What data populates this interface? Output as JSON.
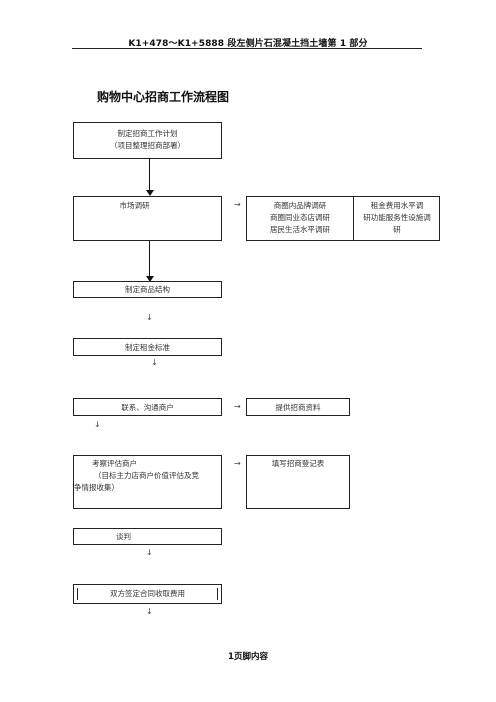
{
  "header": {
    "text": "K1+478～K1+5888 段左侧片石混凝土挡土墙第 1 部分"
  },
  "title": "购物中心招商工作流程图",
  "steps": {
    "plan": {
      "line1": "制定招商工作计划",
      "line2": "（项目整理招商部署）"
    },
    "research": {
      "label": "市场调研"
    },
    "research_detail": {
      "col1": [
        "商圈内品牌调研",
        "商圈同业态店调研",
        "居民生活水平调研"
      ],
      "col2": [
        "租金费用水平调",
        "研功能服务性设施调",
        "研"
      ]
    },
    "structure": {
      "label": "制定商品结构"
    },
    "rent": {
      "label": "制定租金标准"
    },
    "contact": {
      "label": "联系、沟通商户"
    },
    "materials": {
      "label": "提供招商资料"
    },
    "evaluate": {
      "line1": "考察评估商户",
      "line2": "（目标主力店商户价值评估及竞",
      "line3": "争情报收集）"
    },
    "register": {
      "label": "填写招商登记表"
    },
    "negotiate": {
      "label": "谈判"
    },
    "contract": {
      "label": "双方签定合同收取费用"
    }
  },
  "glyphs": {
    "down": "↓",
    "right": "→"
  },
  "footer": {
    "text": "1页脚内容"
  }
}
